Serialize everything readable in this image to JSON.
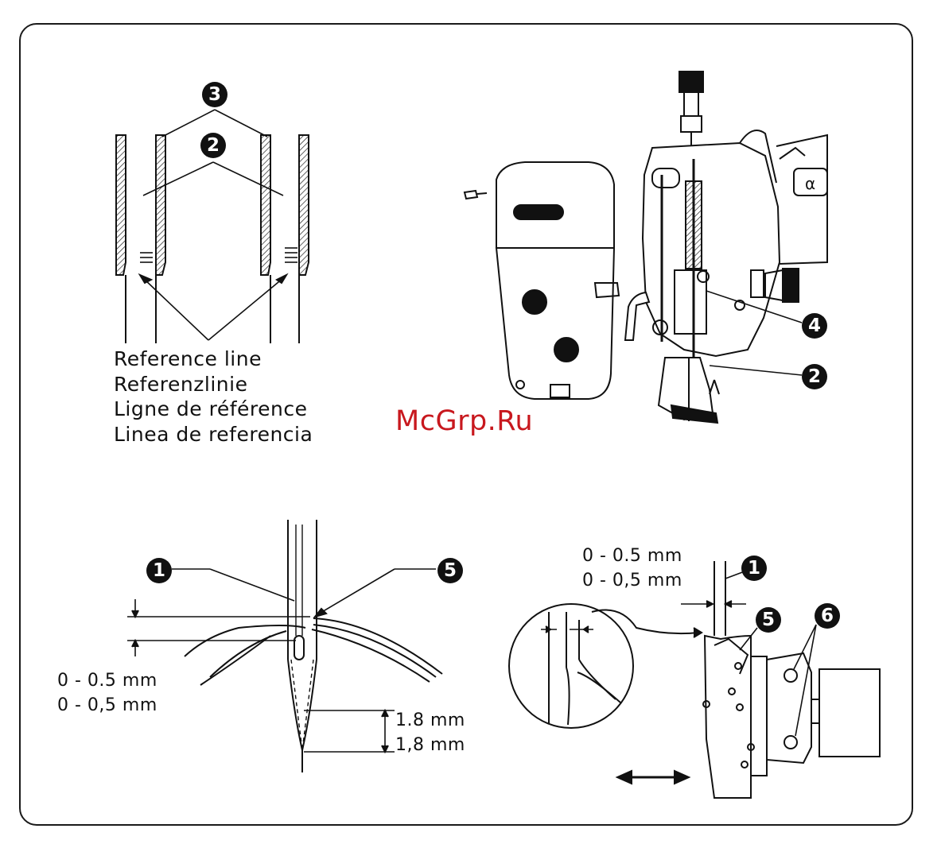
{
  "reference_labels": {
    "en": "Reference line",
    "de": "Referenzlinie",
    "fr": "Ligne de référence",
    "es": "Linea de referencia"
  },
  "dimensions": {
    "clearance_dot": "0 - 0.5 mm",
    "clearance_comma": "0 - 0,5 mm",
    "height_dot": "1.8 mm",
    "height_comma": "1,8 mm",
    "hook_gap_dot": "0 - 0.5 mm",
    "hook_gap_comma": "0 - 0,5 mm"
  },
  "callouts": {
    "c1a": "1",
    "c1b": "1",
    "c2a": "2",
    "c2b": "2",
    "c3": "3",
    "c4": "4",
    "c5a": "5",
    "c5b": "5",
    "c6": "6"
  },
  "brand_mark": "α",
  "watermark": "McGrp.Ru",
  "colors": {
    "ink": "#111111",
    "watermark": "#c8181e",
    "background": "#ffffff"
  }
}
